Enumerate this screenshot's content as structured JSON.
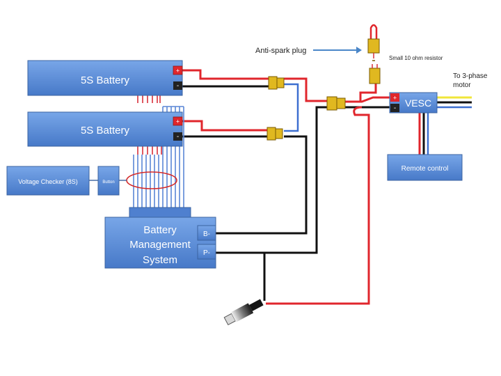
{
  "labels": {
    "battery_top": "5S Battery",
    "battery_bottom": "5S Battery",
    "voltage_checker": "Voltage Checker (8S)",
    "button": "Button",
    "bms_line1": "Battery",
    "bms_line2": "Management",
    "bms_line3": "System",
    "bms_b_minus": "B-",
    "bms_p_minus": "P-",
    "vesc": "VESC",
    "remote_control": "Remote control",
    "anti_spark": "Anti-spark plug",
    "resistor": "Small 10 ohm resistor",
    "motor_line1": "To 3-phase",
    "motor_line2": "motor",
    "plus": "+",
    "minus": "-"
  },
  "colors": {
    "positive_wire": "#e0262c",
    "negative_wire": "#111111",
    "signal_wire": "#3d6fd0",
    "phase_yellow": "#f0e63a",
    "box_fill": "#5b8fd8",
    "connector": "#e0b820"
  }
}
